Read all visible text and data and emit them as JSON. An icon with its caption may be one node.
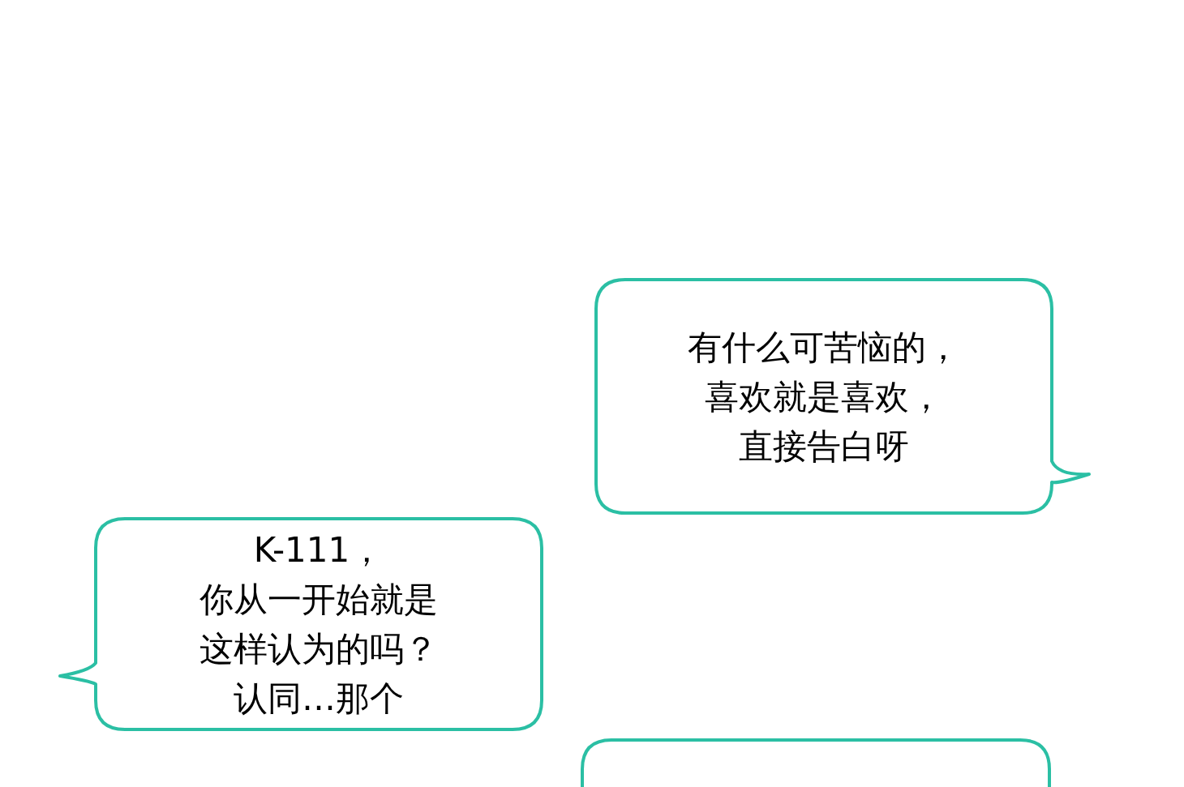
{
  "diagram": {
    "nodes": [
      {
        "text": [
          "有什么可苦恼的，喜欢就是喜欢，直接告白呀"
        ]
      },
      {
        "text": [
          "K-111，你从一开始就是这样认为的吗？认同…那个"
        ]
      },
      {
        "text": [],
        "shape": "box"
      }
    ]
  }
}
